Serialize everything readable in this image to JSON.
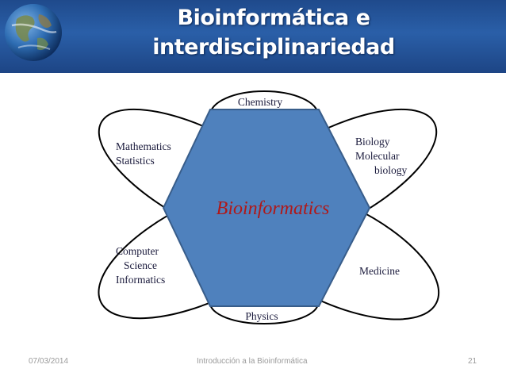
{
  "slide": {
    "title_line1": "Bioinformática e",
    "title_line2": "interdisciplinariedad"
  },
  "diagram": {
    "center": "Bioinformatics",
    "chemistry": "Chemistry",
    "math_line1": "Mathematics",
    "math_line2": "Statistics",
    "bio_line1": "Biology",
    "bio_line2": "Molecular",
    "bio_line3": "biology",
    "cs_line1": "Computer",
    "cs_line2": "Science",
    "cs_line3": "Informatics",
    "medicine": "Medicine",
    "physics": "Physics"
  },
  "footer": {
    "date": "07/03/2014",
    "course": "Introducción a la Bioinformática",
    "page": "21"
  },
  "colors": {
    "header": "#2a5fa8",
    "hexagon": "#4f81bd",
    "center_text": "#b01818"
  },
  "icons": {
    "logo": "earth-globe-icon"
  }
}
